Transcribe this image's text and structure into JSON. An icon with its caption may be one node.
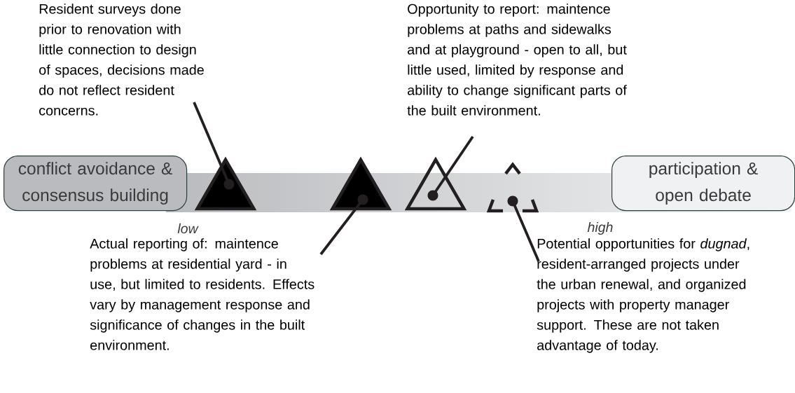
{
  "diagram": {
    "nodes": [
      {
        "text": [
          "Resident surveys done prior to renovation with little connection to design of spaces, decisions made do not reflect resident concerns."
        ]
      },
      {
        "text": [
          "Opportunity to report: maintence problems at paths and sidewalks and at playground - open to all, but little used, limited by response and ability to change significant parts of the built environment."
        ]
      },
      {
        "text": [
          "conflict avoidance & consensus building"
        ]
      },
      {
        "text": [],
        "shape": "triangle"
      },
      {
        "text": [],
        "shape": "triangle"
      },
      {
        "text": [],
        "shape": "triangle"
      },
      {
        "text": [],
        "shape": "triangle"
      },
      {
        "text": [
          "participation & open debate"
        ]
      },
      {
        "text": [
          "Actual reporting of: maintence problems at residential yard - in use, but limited to residents. Effects vary by management response and significance of changes in the built environment."
        ]
      },
      {
        "text": [
          "Potential opportunities for *dugnad*, resident-arranged projects under the urban renewal, and organized projects with property manager support. These are not taken advantage of today."
        ]
      }
    ],
    "edges": [
      {
        "from": 0,
        "to": 3,
        "arrow": "other"
      },
      {
        "from": 1,
        "to": 5,
        "arrow": "other"
      },
      {
        "from": 8,
        "to": 4,
        "arrow": "other"
      },
      {
        "from": 9,
        "to": 6,
        "arrow": "other"
      }
    ],
    "labels": [
      "low",
      "high"
    ]
  }
}
